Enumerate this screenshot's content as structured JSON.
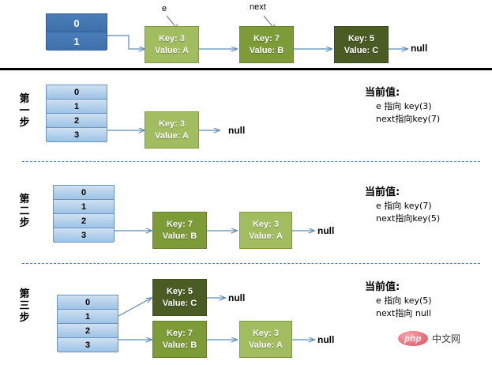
{
  "diagram": {
    "title": "HashMap rehash / transfer linked-list reversal",
    "null_label": "null",
    "colors": {
      "node_light": "#a2bd5f",
      "node_mid": "#7d9b37",
      "node_dark": "#4a5c23",
      "table_dark": "#4a7ebb",
      "table_light": "#9dc3e6",
      "arrow": "#5b8db8",
      "dash_rule": "#4f81bd"
    },
    "top": {
      "table": {
        "cells": [
          "0",
          "1"
        ]
      },
      "pointers": [
        {
          "name": "e-pointer-label",
          "text": "e"
        },
        {
          "name": "next-pointer-label",
          "text": "next"
        }
      ],
      "nodes": [
        {
          "key": "Key: 3",
          "value": "Value: A",
          "shade": "light"
        },
        {
          "key": "Key: 7",
          "value": "Value: B",
          "shade": "mid"
        },
        {
          "key": "Key: 5",
          "value": "Value: C",
          "shade": "dark"
        }
      ]
    },
    "steps": [
      {
        "label_chars": [
          "第",
          "一",
          "步"
        ],
        "table": {
          "cells": [
            "0",
            "1",
            "2",
            "3"
          ]
        },
        "nodes": [
          {
            "key": "Key: 3",
            "value": "Value: A",
            "shade": "light"
          }
        ],
        "note": {
          "heading": "当前值:",
          "lines": [
            "e 指向 key(3)",
            "next指向key(7)"
          ]
        }
      },
      {
        "label_chars": [
          "第",
          "二",
          "步"
        ],
        "table": {
          "cells": [
            "0",
            "1",
            "2",
            "3"
          ]
        },
        "nodes": [
          {
            "key": "Key: 7",
            "value": "Value: B",
            "shade": "mid"
          },
          {
            "key": "Key: 3",
            "value": "Value: A",
            "shade": "light"
          }
        ],
        "note": {
          "heading": "当前值:",
          "lines": [
            "e 指向 key(7)",
            "next指向key(5)"
          ]
        }
      },
      {
        "label_chars": [
          "第",
          "三",
          "步"
        ],
        "table": {
          "cells": [
            "0",
            "1",
            "2",
            "3"
          ]
        },
        "nodes_top_chain": [
          {
            "key": "Key: 5",
            "value": "Value: C",
            "shade": "dark"
          }
        ],
        "nodes_bottom_chain": [
          {
            "key": "Key: 7",
            "value": "Value: B",
            "shade": "mid"
          },
          {
            "key": "Key: 3",
            "value": "Value: A",
            "shade": "light"
          }
        ],
        "note": {
          "heading": "当前值:",
          "lines": [
            "e 指向 key(5)",
            "next指向 null"
          ]
        }
      }
    ],
    "watermark": {
      "badge": "php",
      "text": "中文网"
    }
  }
}
